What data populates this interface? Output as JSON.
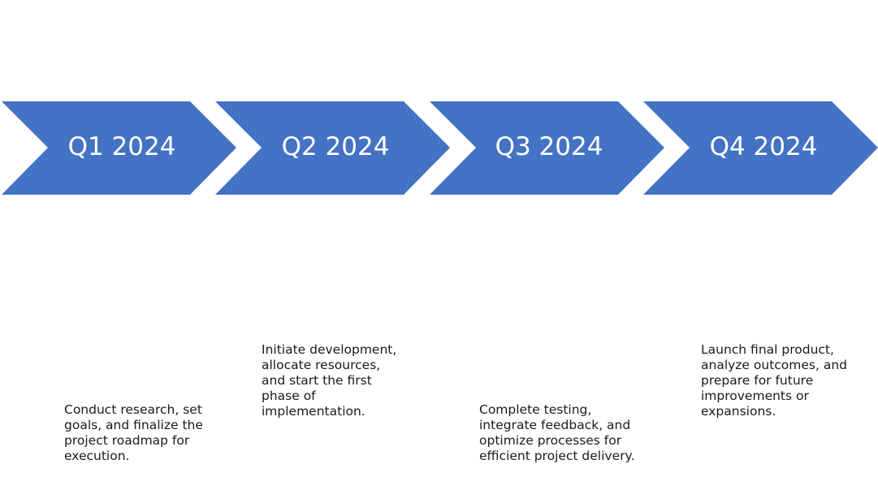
{
  "colors": {
    "arrow_fill": "#4472C4",
    "label_text": "#FFFFFF",
    "description_text": "#1A1A1A",
    "background": "#FFFFFF"
  },
  "phases": [
    {
      "label": "Q1 2024",
      "description": "Conduct research, set goals, and finalize the project roadmap for execution."
    },
    {
      "label": "Q2 2024",
      "description": "Initiate development, allocate resources, and start the first phase of implementation."
    },
    {
      "label": "Q3 2024",
      "description": "Complete testing, integrate feedback, and optimize processes for efficient project delivery."
    },
    {
      "label": "Q4 2024",
      "description": "Launch final product, analyze outcomes, and prepare for future improvements or expansions."
    }
  ]
}
